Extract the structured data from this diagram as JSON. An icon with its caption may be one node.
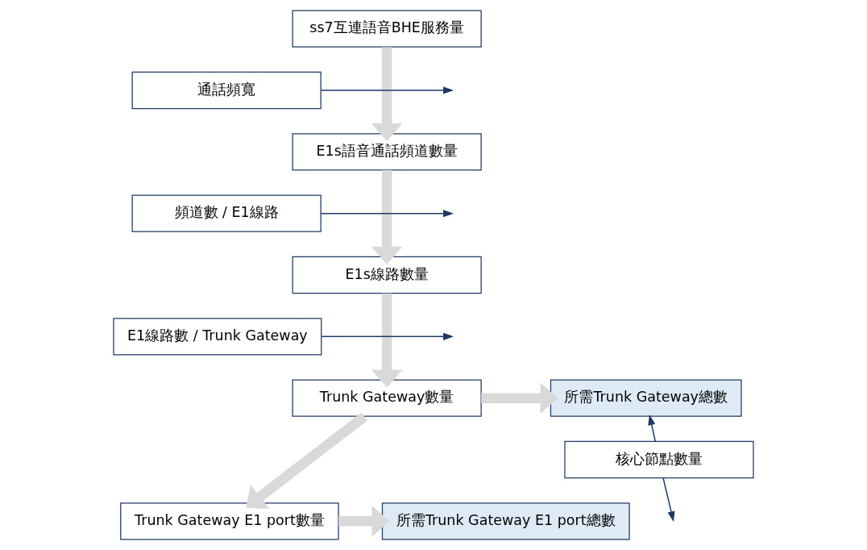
{
  "diagram": {
    "nodes": [
      {
        "text": [
          "ss7互連語音BHE服務量"
        ]
      },
      {
        "text": [
          "通話頻寬"
        ]
      },
      {
        "text": [
          "E1s語音通話頻道數量"
        ]
      },
      {
        "text": [
          "頻道數 / E1線路"
        ]
      },
      {
        "text": [
          "E1s線路數量"
        ]
      },
      {
        "text": [
          "E1線路數 / Trunk Gateway"
        ]
      },
      {
        "text": [
          "Trunk Gateway數量"
        ]
      },
      {
        "text": [
          "所需Trunk Gateway總數"
        ]
      },
      {
        "text": [
          "核心節點數量"
        ]
      },
      {
        "text": [
          "Trunk Gateway E1 port數量"
        ]
      },
      {
        "text": [
          "所需Trunk Gateway E1 port總數"
        ]
      }
    ],
    "edges": [
      {
        "from": 0,
        "to": 2,
        "arrow": "to"
      },
      {
        "from": 1,
        "to": null,
        "arrow": "to",
        "color": "#1f3864"
      },
      {
        "from": 2,
        "to": 4,
        "arrow": "to"
      },
      {
        "from": 3,
        "to": null,
        "arrow": "to",
        "color": "#1f3864"
      },
      {
        "from": 4,
        "to": 6,
        "arrow": "to"
      },
      {
        "from": 5,
        "to": null,
        "arrow": "to",
        "color": "#1f3864"
      },
      {
        "from": 6,
        "to": 7,
        "arrow": "to"
      },
      {
        "from": 8,
        "to": 7,
        "arrow": "to",
        "color": "#1f3864"
      },
      {
        "from": 6,
        "to": 9,
        "arrow": "to"
      },
      {
        "from": 8,
        "to": null,
        "arrow": "to",
        "color": "#1f3864"
      },
      {
        "from": 9,
        "to": 10,
        "arrow": "to"
      }
    ]
  }
}
